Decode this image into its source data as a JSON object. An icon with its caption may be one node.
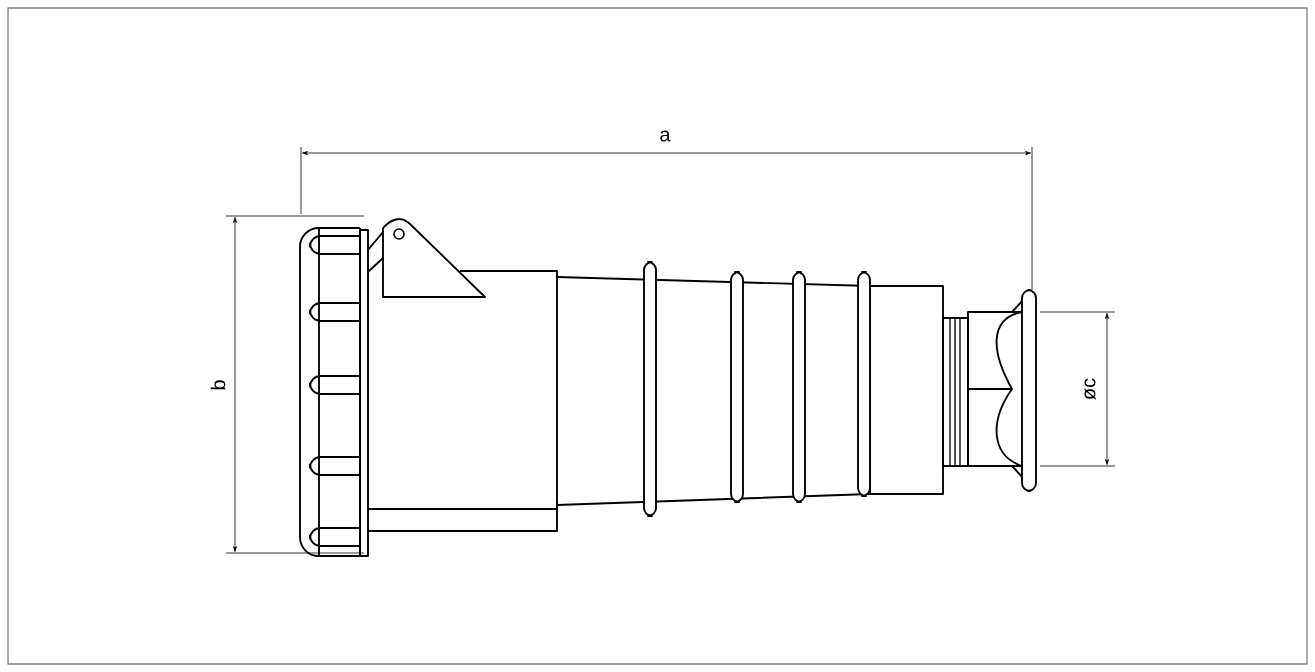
{
  "diagram": {
    "labels": [
      "a",
      "b",
      "øc"
    ]
  }
}
